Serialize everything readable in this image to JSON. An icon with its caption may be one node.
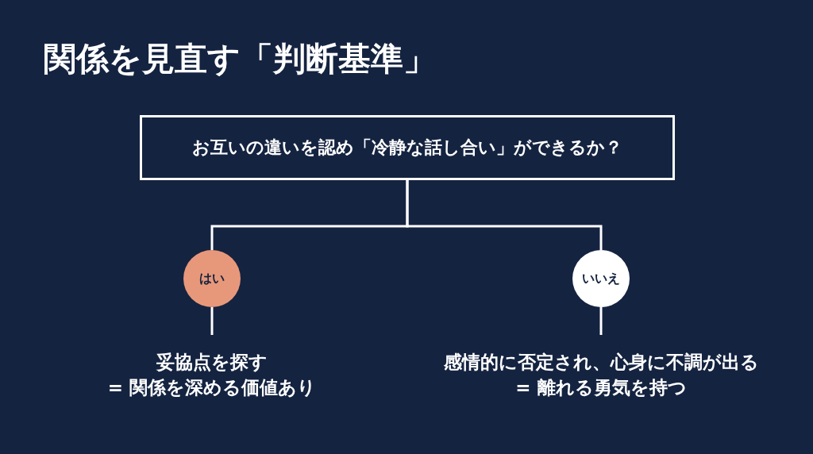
{
  "diagram": {
    "title": "関係を見直す「判断基準」",
    "nodes": [
      {
        "text": [
          "お互いの違いを認め「冷静な話し合い」ができるか？"
        ]
      },
      {
        "text": [
          "はい"
        ]
      },
      {
        "text": [
          "いいえ"
        ]
      },
      {
        "text": [
          "妥協点を探す",
          "= 関係を深める価値あり"
        ]
      },
      {
        "text": [
          "感情的に否定され、心身に不調が出る",
          "= 離れる勇気を持つ"
        ]
      }
    ],
    "edges": [
      {
        "from": 0,
        "to": 1,
        "arrow": "none"
      },
      {
        "from": 0,
        "to": 2,
        "arrow": "none"
      },
      {
        "from": 1,
        "to": 3,
        "arrow": "none"
      },
      {
        "from": 2,
        "to": 4,
        "arrow": "none"
      }
    ]
  }
}
